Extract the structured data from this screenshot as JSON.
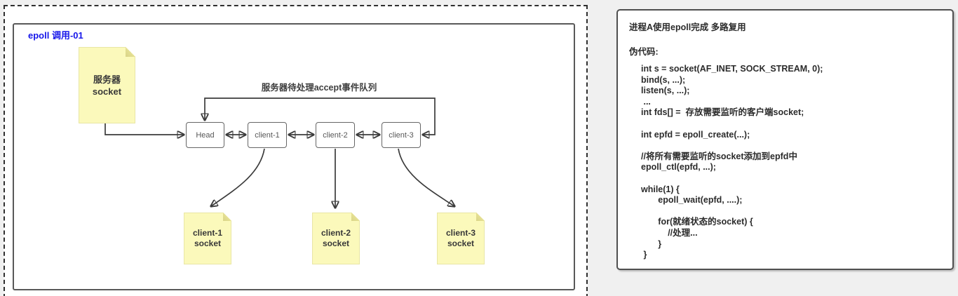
{
  "diagram": {
    "title": "epoll 调用-01",
    "queue_label": "服务器待处理accept事件队列",
    "server_note": "服务器\nsocket",
    "list_nodes": [
      "Head",
      "client-1",
      "client-2",
      "client-3"
    ],
    "client_notes": [
      "client-1\nsocket",
      "client-2\nsocket",
      "client-3\nsocket"
    ],
    "colors": {
      "note_yellow": "#fbf9bb",
      "note_fold": "#e5e093",
      "title_blue": "#1616ea",
      "connector_dark": "#3b3b3b"
    }
  },
  "panel": {
    "heading": "进程A使用epoll完成 多路复用",
    "subheading": "伪代码:",
    "code": "int s = socket(AF_INET, SOCK_STREAM, 0);\nbind(s, ...);\nlisten(s, ...);\n ...\nint fds[] =  存放需要监听的客户端socket;\n\nint epfd = epoll_create(...);\n\n//将所有需要监听的socket添加到epfd中\nepoll_ctl(epfd, ...);\n\nwhile(1) {\n       epoll_wait(epfd, ....);\n\n       for(就绪状态的socket) {\n           //处理...\n       }\n }"
  }
}
